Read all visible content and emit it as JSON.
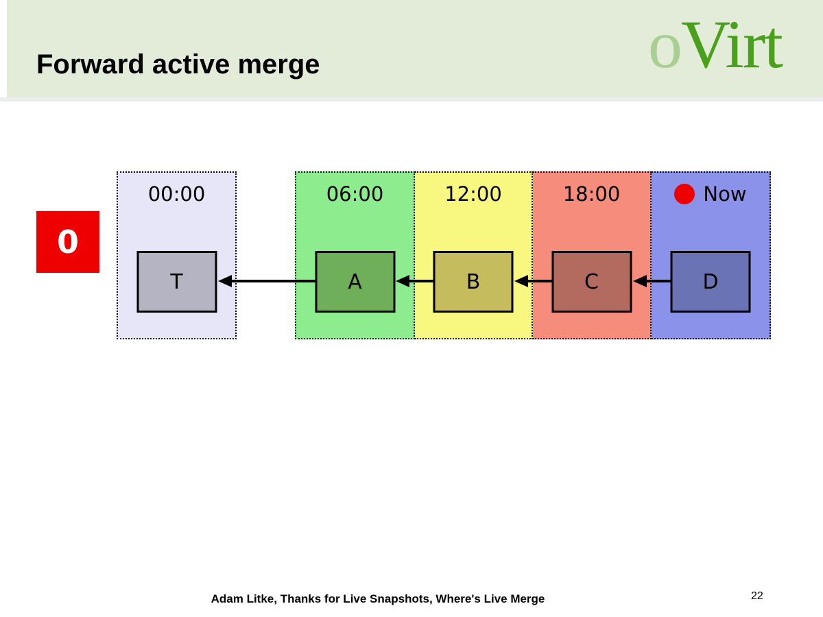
{
  "slide": {
    "title": "Forward active merge",
    "header_band_color": "#e2ecd8",
    "footer": "Adam Litke, Thanks for Live Snapshots, Where's Live Merge",
    "page_number": "22"
  },
  "logo": {
    "prefix": "o",
    "rest": "Virt",
    "prefix_color": "#a9cf92",
    "rest_color": "#49a01a"
  },
  "marker": {
    "label": "0",
    "bg_color": "#ee0000",
    "text_color": "#ffffff"
  },
  "timeline": {
    "regions": [
      {
        "time_label": "00:00",
        "bg_color": "#e6e6f8",
        "box": {
          "label": "T",
          "fill_color": "#b4b4c2"
        }
      },
      {
        "time_label": "06:00",
        "bg_color": "#8dec8d",
        "box": {
          "label": "A",
          "fill_color": "#70af5a"
        }
      },
      {
        "time_label": "12:00",
        "bg_color": "#f8f880",
        "box": {
          "label": "B",
          "fill_color": "#c5bc5e"
        }
      },
      {
        "time_label": "18:00",
        "bg_color": "#f68c7c",
        "box": {
          "label": "C",
          "fill_color": "#b26b5e"
        }
      },
      {
        "time_label": "Now",
        "bg_color": "#8a93e9",
        "dot_color": "#ee0000",
        "box": {
          "label": "D",
          "fill_color": "#6a74b4"
        }
      }
    ],
    "merge_chain": [
      "D",
      "C",
      "B",
      "A",
      "T"
    ],
    "arrow_color": "#000000"
  }
}
